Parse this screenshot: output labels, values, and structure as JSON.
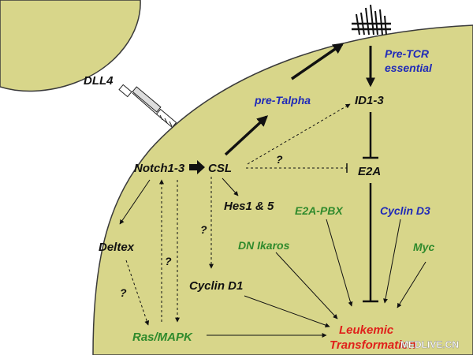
{
  "colors": {
    "cell_fill": "#d8d68a",
    "cell_stroke": "#3a3a3a",
    "text_black": "#111111",
    "text_blue": "#1f2ab8",
    "text_green": "#2f8a2c",
    "text_red": "#e0201a",
    "watermark": "#ffffff"
  },
  "labels": {
    "dll4": "DLL4",
    "pre_tcr_line1": "Pre-TCR",
    "pre_tcr_line2": "essential",
    "pre_talpha": "pre-Talpha",
    "id1_3": "ID1-3",
    "notch1_3": "Notch1-3",
    "csl": "CSL",
    "question_1": "?",
    "e2a": "E2A",
    "hes1_5": "Hes1 & 5",
    "e2a_pbx": "E2A-PBX",
    "cyclin_d3": "Cyclin D3",
    "deltex": "Deltex",
    "dn_ikaros": "DN Ikaros",
    "myc": "Myc",
    "question_2": "?",
    "question_3": "?",
    "cyclin_d1": "Cyclin D1",
    "question_4": "?",
    "leukemic_line1": "Leukemic",
    "leukemic_line2": "Transformation",
    "ras_mapk": "Ras/MAPK",
    "watermark": "MEDLIVE.CN"
  }
}
